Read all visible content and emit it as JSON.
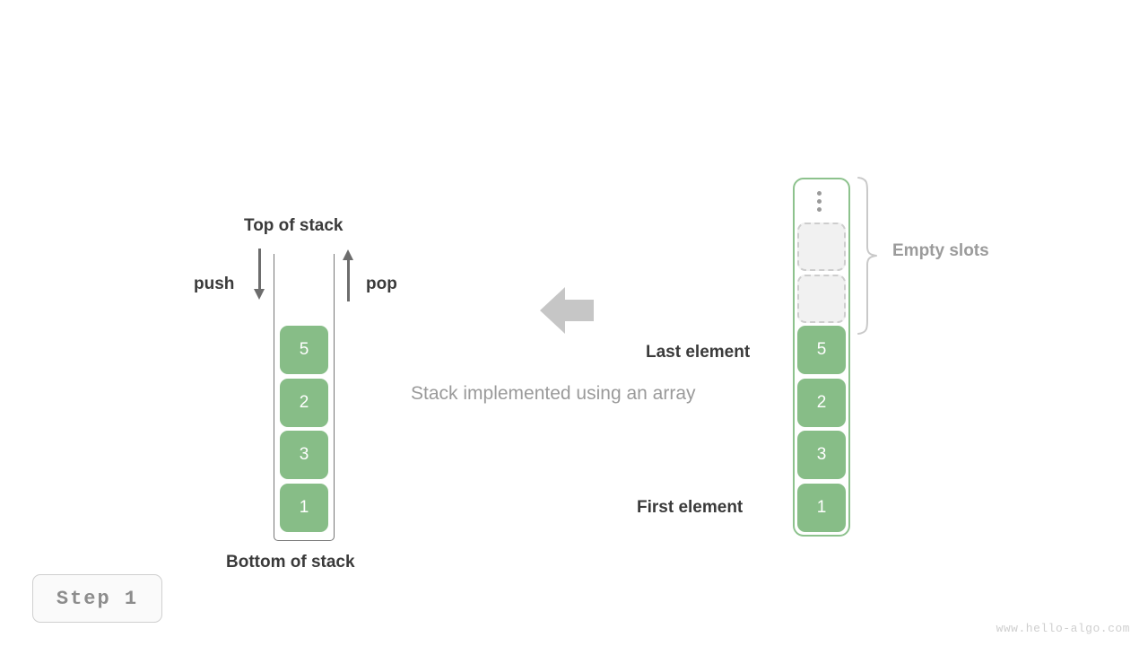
{
  "diagram": {
    "caption": "Stack implemented using an array",
    "watermark": "www.hello-algo.com",
    "step_badge": "Step  1",
    "accent_green": "#87bd87",
    "frame_green": "#8dc28d",
    "gray_text": "#9b9b9b",
    "dark_text": "#3a3a3a"
  },
  "left_stack": {
    "top_label": "Top of stack",
    "bottom_label": "Bottom of stack",
    "push_label": "push",
    "pop_label": "pop",
    "cells": [
      {
        "value": "5"
      },
      {
        "value": "2"
      },
      {
        "value": "3"
      },
      {
        "value": "1"
      }
    ]
  },
  "right_array": {
    "empty_slots_label": "Empty slots",
    "last_element_label": "Last element",
    "first_element_label": "First element",
    "ellipsis_icon": "vertical-ellipsis-icon",
    "empty_slots": [
      {
        "index": 0
      },
      {
        "index": 1
      }
    ],
    "cells": [
      {
        "value": "5"
      },
      {
        "value": "2"
      },
      {
        "value": "3"
      },
      {
        "value": "1"
      }
    ]
  },
  "flow": {
    "arrow_direction": "left-arrow-icon"
  }
}
